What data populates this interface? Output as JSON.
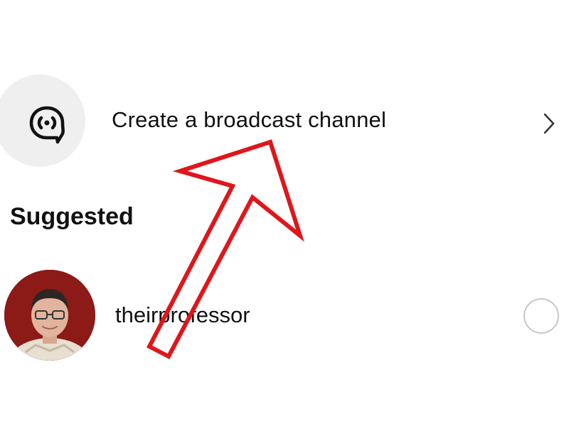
{
  "broadcast": {
    "label": "Create a broadcast channel",
    "icon": "broadcast-channel-icon",
    "chevron_icon": "chevron-right-icon"
  },
  "suggested": {
    "title": "Suggested",
    "users": [
      {
        "username": "theirprofessor",
        "avatar_icon": "avatar",
        "selected": false
      }
    ]
  },
  "colors": {
    "background": "#ffffff",
    "icon_circle": "#efefef",
    "text": "#111111",
    "annotation_arrow": "#e0161b",
    "radio_border": "#c7c7c7"
  }
}
